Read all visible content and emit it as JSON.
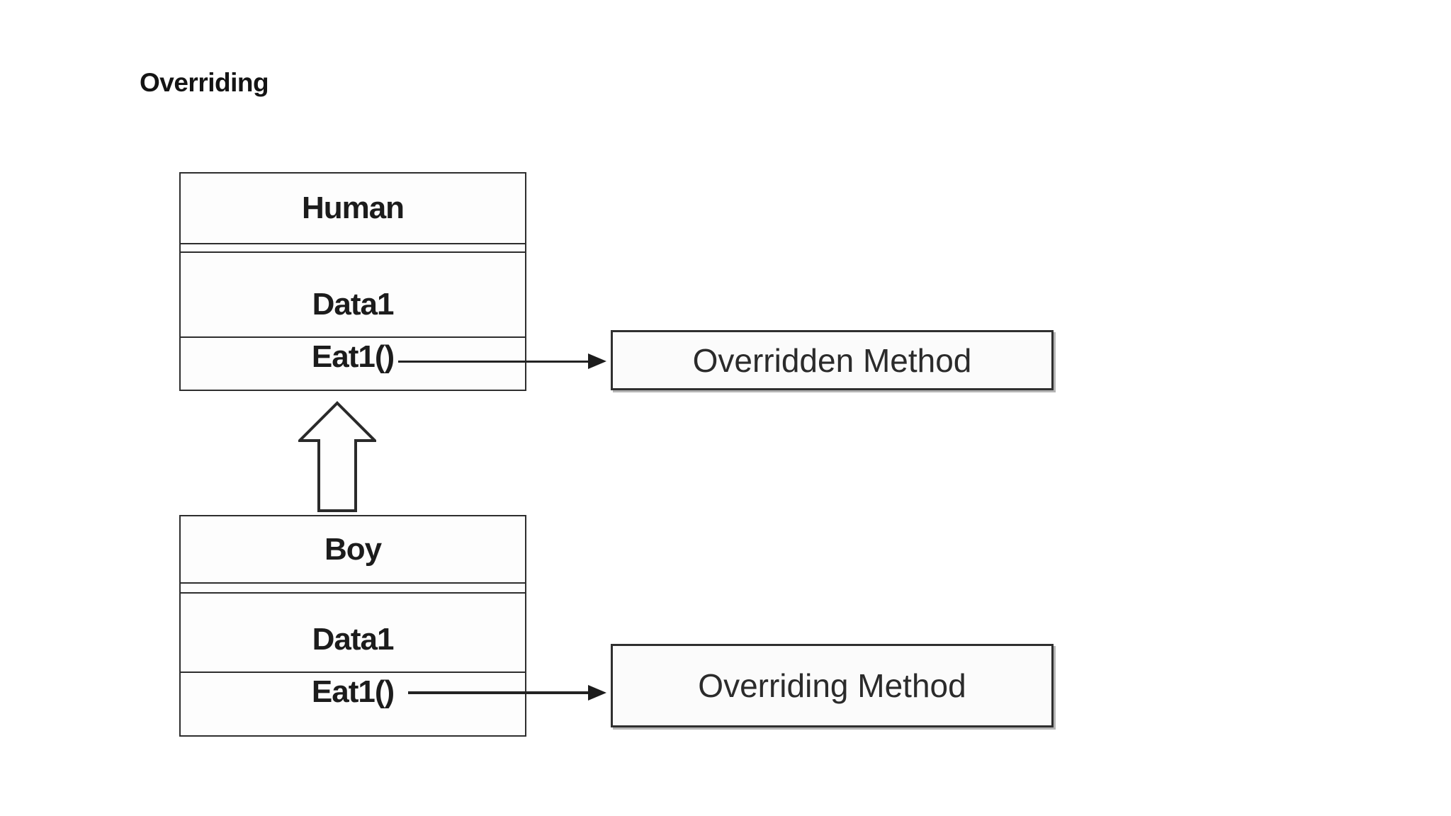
{
  "page": {
    "title": "Overriding"
  },
  "diagram": {
    "parent_class": {
      "name": "Human",
      "field": "Data1",
      "method": "Eat1()"
    },
    "child_class": {
      "name": "Boy",
      "field": "Data1",
      "method": "Eat1()"
    },
    "annotations": {
      "overridden": "Overridden Method",
      "overriding": "Overriding Method"
    },
    "icons": {
      "inheritance": "hollow-up-arrow",
      "pointer": "filled-right-arrow"
    },
    "colors": {
      "ink": "#1f1f1f",
      "border": "#2e2e2e",
      "background": "#ffffff",
      "box_fill": "#fdfdfd"
    }
  }
}
